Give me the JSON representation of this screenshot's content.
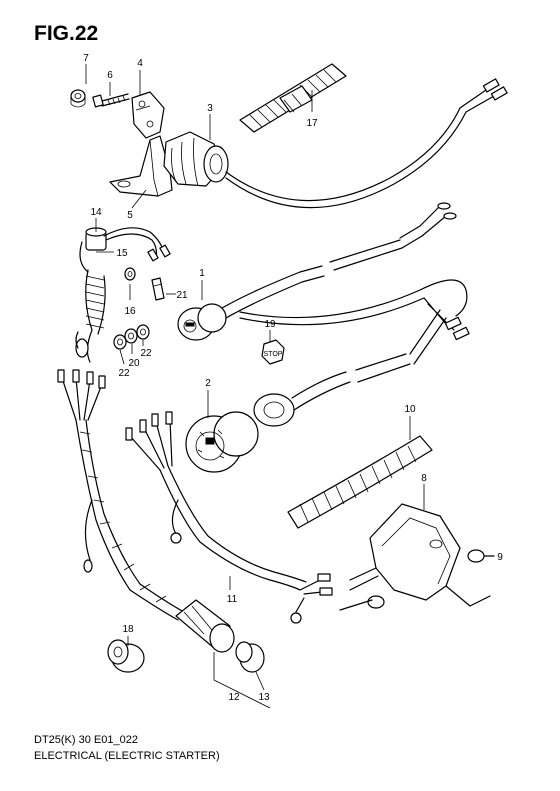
{
  "figure": {
    "title": "FIG.22",
    "model_code": "DT25(K) 30 E01_022",
    "caption": "ELECTRICAL (ELECTRIC STARTER)"
  },
  "callouts": [
    "1",
    "2",
    "3",
    "4",
    "5",
    "6",
    "7",
    "8",
    "9",
    "10",
    "11",
    "12",
    "13",
    "14",
    "15",
    "16",
    "17",
    "18",
    "19",
    "20",
    "21",
    "22"
  ],
  "stop_label": "STOP"
}
